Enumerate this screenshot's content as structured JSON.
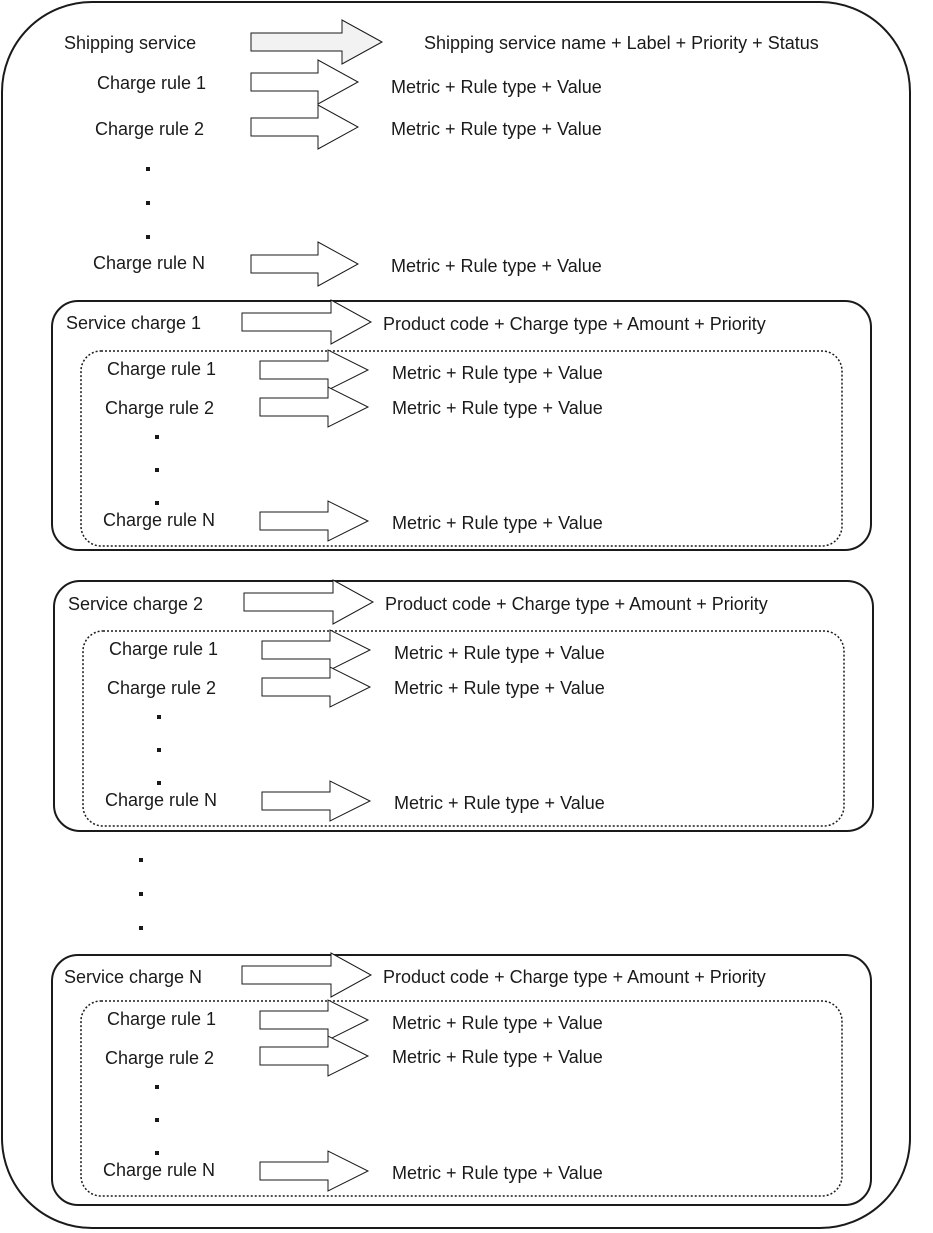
{
  "colors": {
    "stroke": "#1a1a1a",
    "arrow_fill": "#ffffff",
    "header_arrow_fill": "#f2f2f2",
    "background": "#ffffff"
  },
  "shipping_service": {
    "label": "Shipping service",
    "description": "Shipping service name + Label + Priority + Status",
    "charge_rules": [
      {
        "label": "Charge rule 1",
        "description": "Metric + Rule type + Value"
      },
      {
        "label": "Charge rule 2",
        "description": "Metric + Rule type + Value"
      },
      {
        "label": "Charge rule N",
        "description": "Metric + Rule type + Value"
      }
    ]
  },
  "service_charges": [
    {
      "label": "Service charge 1",
      "description": "Product code + Charge type + Amount + Priority",
      "charge_rules": [
        {
          "label": "Charge rule 1",
          "description": "Metric + Rule type + Value"
        },
        {
          "label": "Charge rule 2",
          "description": "Metric + Rule type + Value"
        },
        {
          "label": "Charge rule N",
          "description": "Metric + Rule type + Value"
        }
      ]
    },
    {
      "label": "Service charge 2",
      "description": "Product code + Charge type + Amount + Priority",
      "charge_rules": [
        {
          "label": "Charge rule 1",
          "description": "Metric + Rule type + Value"
        },
        {
          "label": "Charge rule 2",
          "description": "Metric + Rule type + Value"
        },
        {
          "label": "Charge rule N",
          "description": "Metric + Rule type + Value"
        }
      ]
    },
    {
      "label": "Service charge N",
      "description": "Product code + Charge type + Amount + Priority",
      "charge_rules": [
        {
          "label": "Charge rule 1",
          "description": "Metric + Rule type + Value"
        },
        {
          "label": "Charge rule 2",
          "description": "Metric + Rule type + Value"
        },
        {
          "label": "Charge rule N",
          "description": "Metric + Rule type + Value"
        }
      ]
    }
  ]
}
